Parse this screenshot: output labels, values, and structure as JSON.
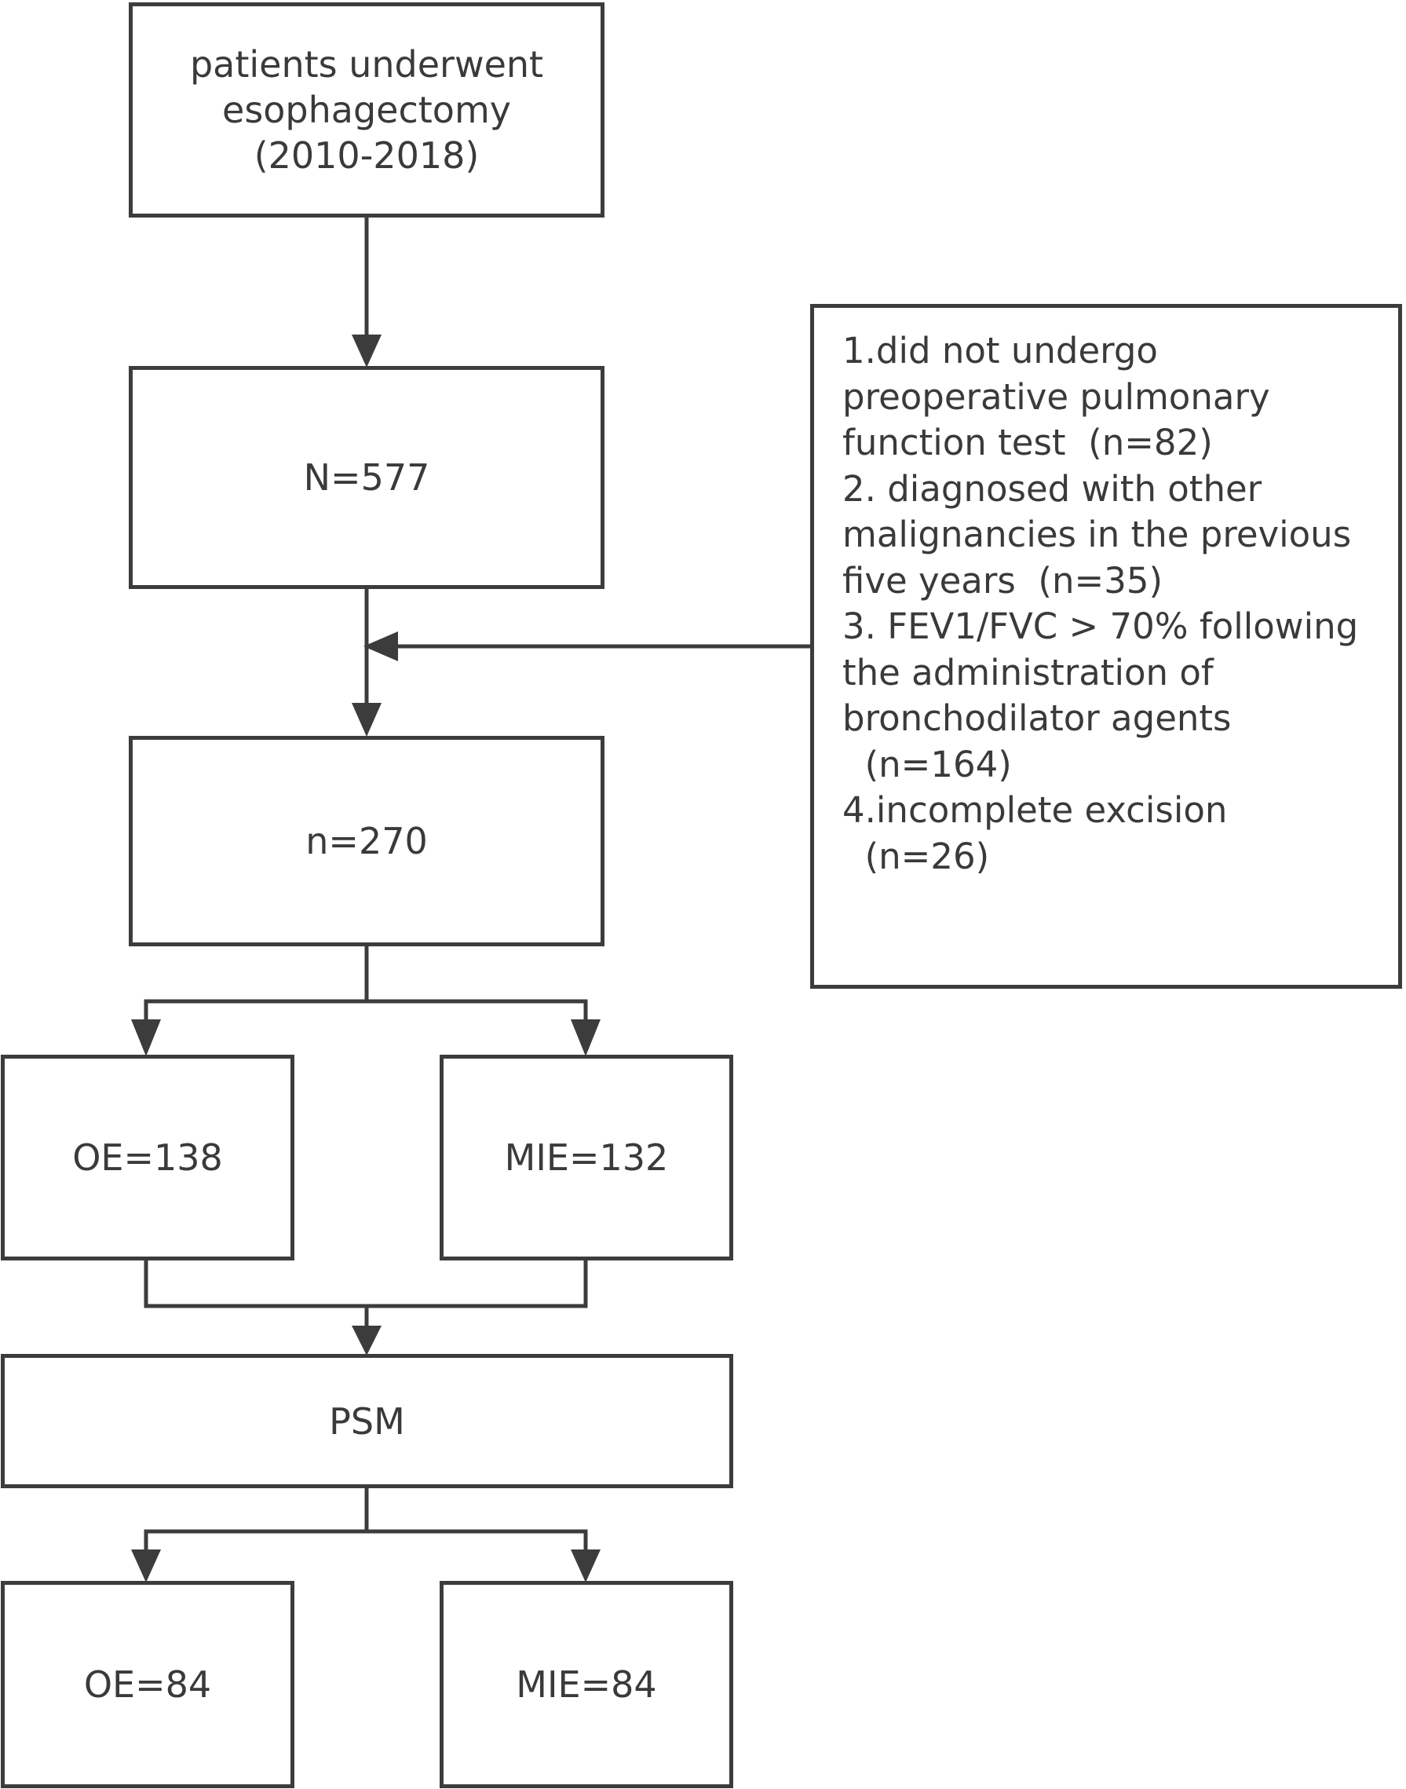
{
  "nodes": {
    "start": "patients underwent\nesophagectomy\n (2010-2018)",
    "total": "N=577",
    "included": "n=270",
    "oe_pre": "OE=138",
    "mie_pre": "MIE=132",
    "psm": "PSM",
    "oe_post": "OE=84",
    "mie_post": "MIE=84"
  },
  "exclusion": {
    "lines": [
      "1.did not undergo",
      "preoperative pulmonary",
      "function test  (n=82)",
      "2. diagnosed with other",
      "malignancies in the previous",
      "five years  (n=35)",
      "3. FEV1/FVC > 70% following",
      "the administration of",
      "bronchodilator agents",
      "  (n=164)",
      "4.incomplete excision",
      "  (n=26)"
    ]
  }
}
